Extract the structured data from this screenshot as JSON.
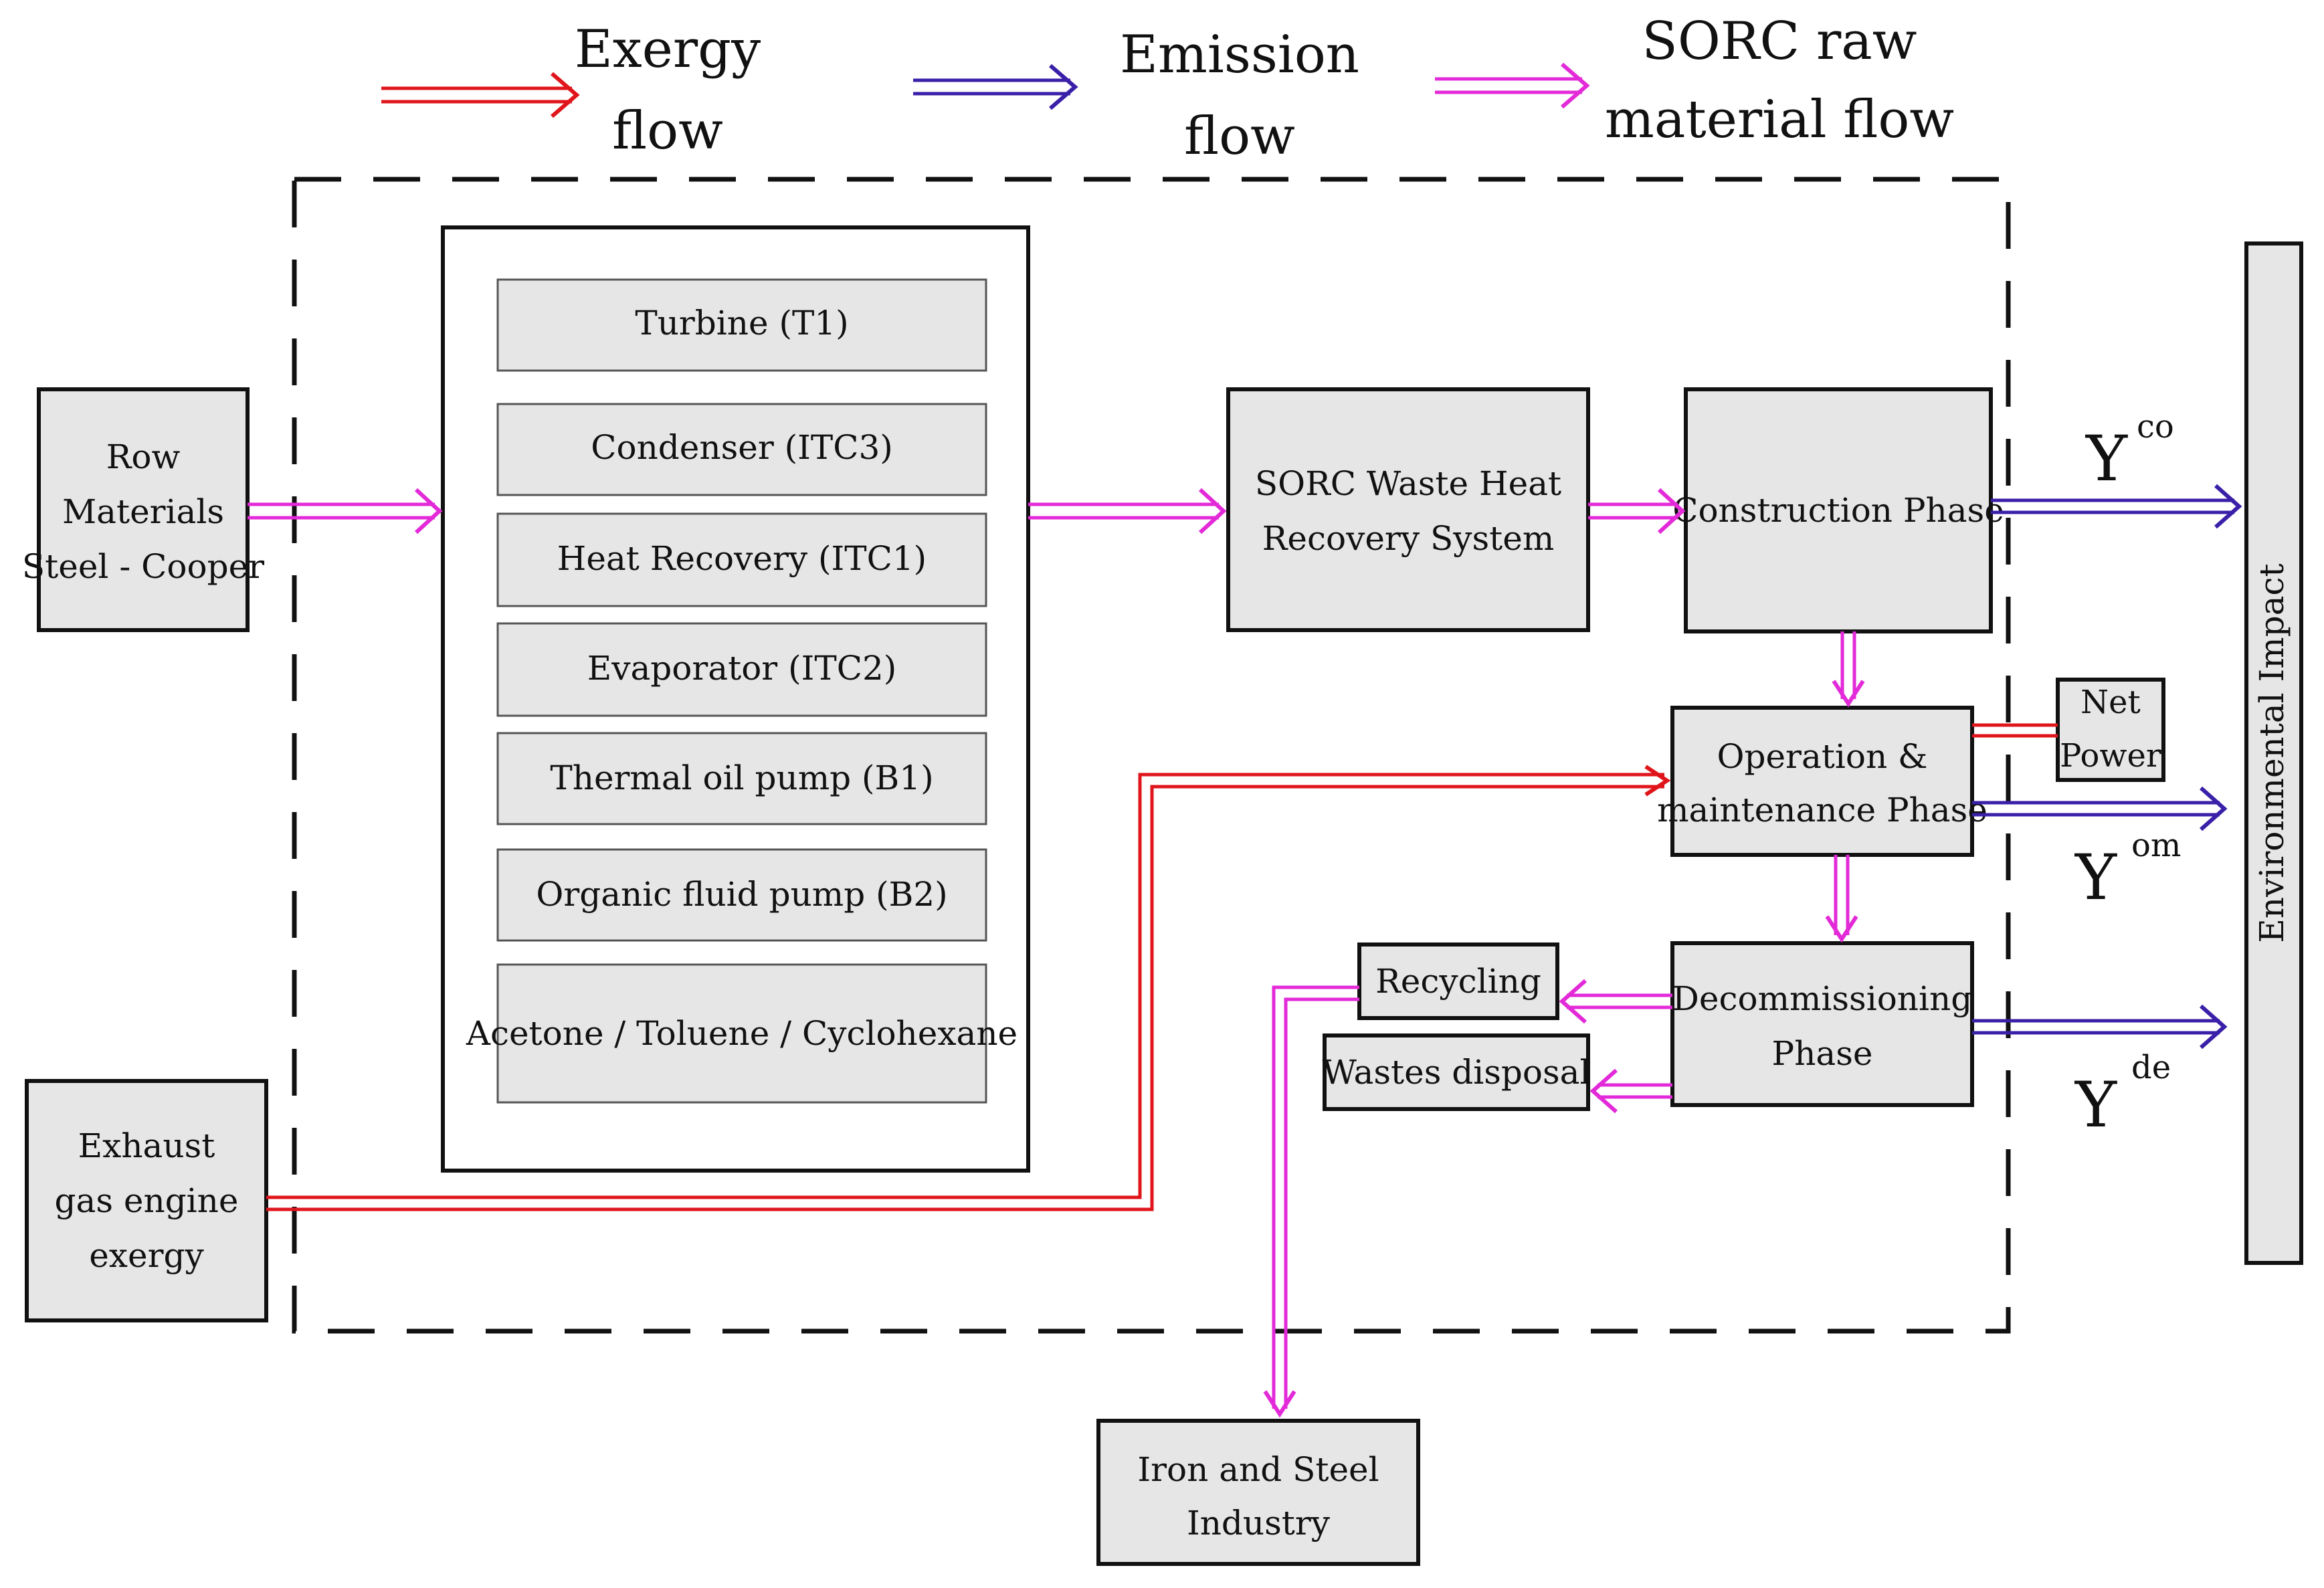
{
  "legend": {
    "exergy": "Exergy flow",
    "emission": "Emission flow",
    "sorc_raw": "SORC raw material flow"
  },
  "colors": {
    "exergy": "#e0151b",
    "emission": "#3a1fa8",
    "material": "#e32ad8",
    "box_fill": "#e6e6e6"
  },
  "boxes": {
    "raw_materials": "Row Materials Steel - Cooper",
    "exhaust": "Exhaust gas engine exergy",
    "sorc_system": "SORC Waste Heat Recovery System",
    "construction": "Construction Phase",
    "operation": "Operation & maintenance Phase",
    "net_power": "Net Power",
    "decommissioning": "Decommissioning Phase",
    "recycling": "Recycling",
    "wastes": "Wastes disposal",
    "iron_steel": "Iron and Steel Industry",
    "environmental": "Environmental Impact"
  },
  "components": [
    "Turbine (T1)",
    "Condenser (ITC3)",
    "Heat Recovery (ITC1)",
    "Evaporator (ITC2)",
    "Thermal oil pump  (B1)",
    "Organic fluid pump (B2)",
    "Acetone / Toluene / Cyclohexane"
  ],
  "outputs": {
    "co": {
      "base": "Y",
      "sup": "co"
    },
    "om": {
      "base": "Y",
      "sup": "om"
    },
    "de": {
      "base": "Y",
      "sup": "de"
    }
  }
}
